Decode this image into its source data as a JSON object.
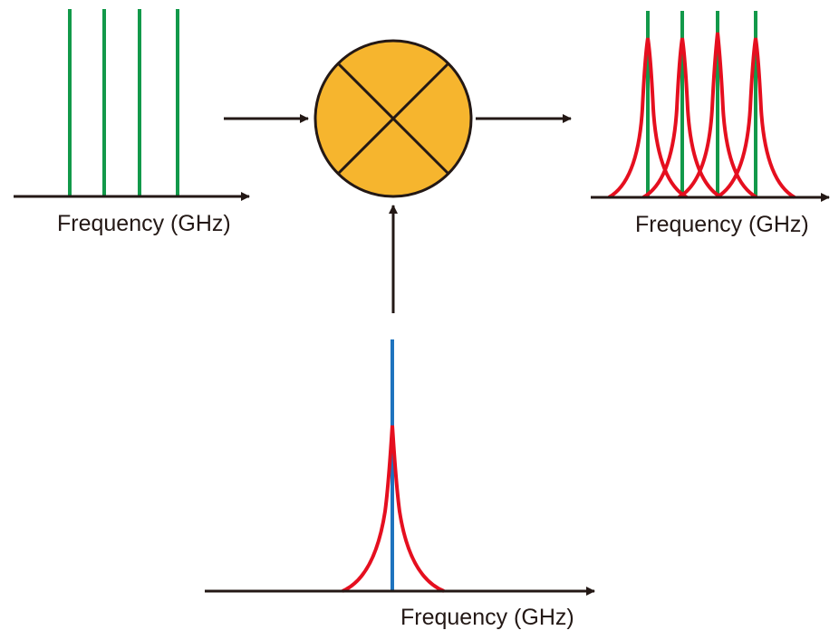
{
  "colors": {
    "axis": "#231815",
    "comb_line": "#12994a",
    "pump_line": "#1e73be",
    "lineshape": "#e50f1f",
    "mixer_fill": "#f6b52e",
    "mixer_stroke": "#231815"
  },
  "panels": {
    "input_comb": {
      "axis_label": "Frequency (GHz)"
    },
    "output_comb": {
      "axis_label": "Frequency (GHz)"
    },
    "reference_signal": {
      "axis_label": "Frequency (GHz)"
    }
  },
  "mixer": {
    "symbol": "multiplier-x-icon"
  }
}
